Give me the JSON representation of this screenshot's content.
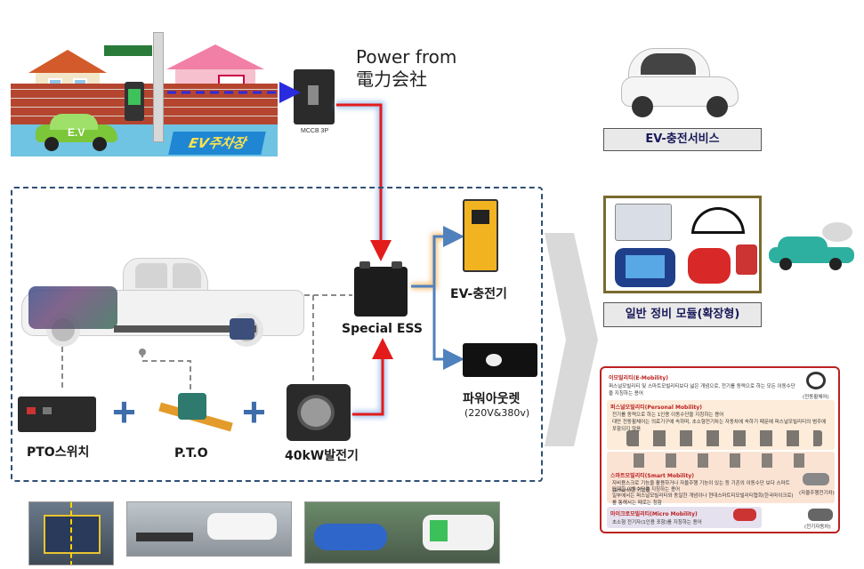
{
  "scene": {
    "ev_car_label": "E.V",
    "parking_label": "EV주차장",
    "mccb_label": "MCCB 3P",
    "power_line1": "Power from",
    "power_line2": "電力会社"
  },
  "system": {
    "ess_label": "Special ESS",
    "charger_label": "EV-충전기",
    "outlet_label": "파워아웃렛",
    "outlet_sub": "(220V&380v)",
    "pto_switch_label": "PTO스위치",
    "pto_label": "P.T.O",
    "generator_label": "40kW발전기",
    "plus_symbol": "+"
  },
  "right": {
    "ev_service_label": "EV-충전서비스",
    "maintenance_label": "일반 정비 모듈(확장형)",
    "mobility": {
      "title": "이모빌리티(E-Mobility)",
      "intro": "퍼스널모빌리티 및 스마트모빌리티보다 넓은 개념으로, 전기를 동력으로 하는 모든 이동수단을 지칭하는 용어",
      "intro_tag": "(전동휠체어)",
      "personal_title": "퍼스널모빌리티(Personal Mobility)",
      "personal_line1": "전기를 동력으로 하는 1인용 이동수단을 지칭하는 용어",
      "personal_line2": "대만 전동휠체어는 의료기구에 속하며, 초소형전기차는 자동차에 속하기 때문에 퍼스널모빌리티의 범주에 포함되지 않음",
      "smart_title": "스마트모빌리티(Smart Mobility)",
      "smart_line1": "자비용스크로 기능을 활용하거나 자율주행 기능이 있는 등 기존의 이동수단 보다 스마트(Smart)한 기능을",
      "smart_line2": "탑재한 이동수단을 지칭하는 용어",
      "smart_line3": "일부에서는 퍼스널모빌리티와 동일한 개념이나 현대스마트티모빌리티협회(한국마이크로)를 통해서는 때로는 칭함",
      "smart_tag": "(자율주행전기차)",
      "micro_title": "마이크로모빌리티(Micro Mobility)",
      "micro_line1": "초소형 전기자(1인용 포함)를 지칭하는 용어",
      "micro_tag": "(전기자동차)"
    }
  },
  "colors": {
    "arrow_red": "#e31b1b",
    "arrow_blue": "#2a2adf",
    "line_steel": "#4f81bd",
    "dash_frame": "#2f4f73",
    "plus_blue": "#3d6dab"
  }
}
